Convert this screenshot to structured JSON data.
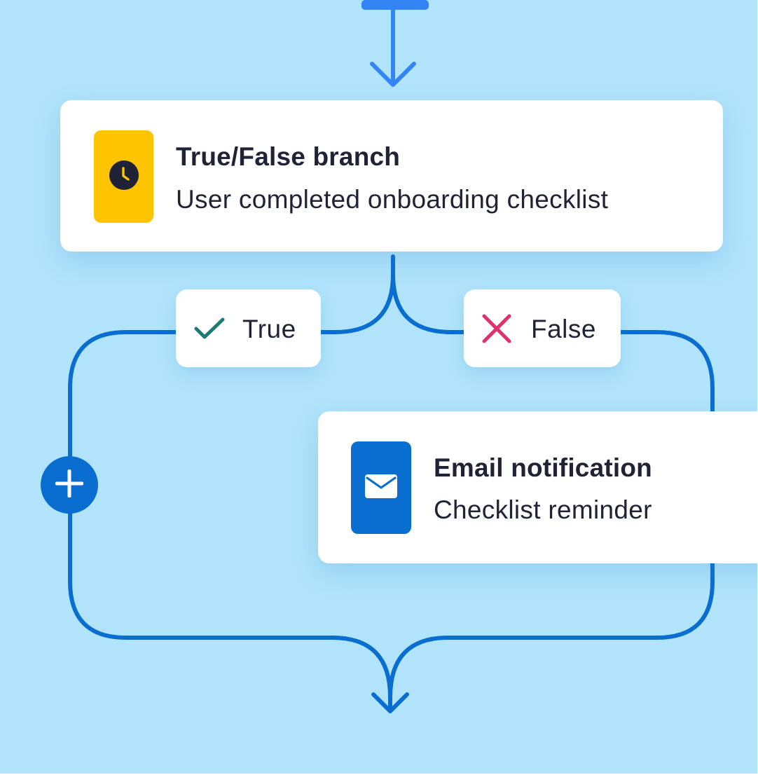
{
  "branch_node": {
    "title": "True/False branch",
    "subtitle": "User completed onboarding checklist",
    "icon": "clock-icon",
    "icon_color": "#ffc400"
  },
  "branches": {
    "true_label": "True",
    "false_label": "False",
    "true_icon": "check-icon",
    "false_icon": "x-icon",
    "true_color": "#1e7b74",
    "false_color": "#e0306e"
  },
  "email_node": {
    "title": "Email notification",
    "subtitle": "Checklist reminder",
    "icon": "envelope-icon",
    "icon_color": "#0a6ed1"
  },
  "add_step_icon": "plus-icon",
  "colors": {
    "background": "#b1e4fb",
    "connector": "#0a6ed1",
    "incoming_connector": "#3385f5"
  }
}
